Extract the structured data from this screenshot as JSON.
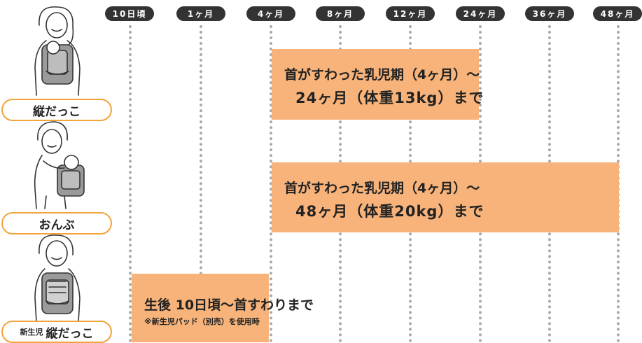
{
  "timeline": [
    {
      "key": "10d",
      "label": "10日頃"
    },
    {
      "key": "1m",
      "label": "1ヶ月"
    },
    {
      "key": "4m",
      "label": "4ヶ月"
    },
    {
      "key": "8m",
      "label": "8ヶ月"
    },
    {
      "key": "12m",
      "label": "12ヶ月"
    },
    {
      "key": "24m",
      "label": "24ヶ月"
    },
    {
      "key": "36m",
      "label": "36ヶ月"
    },
    {
      "key": "48m",
      "label": "48ヶ月"
    }
  ],
  "rows": [
    {
      "label": "縦だっこ",
      "label_prefix": "",
      "range_start": "4m",
      "range_end": "24m",
      "line1": "首がすわった乳児期（4ヶ月）～",
      "line2": "24ヶ月（体重13kg）まで"
    },
    {
      "label": "おんぶ",
      "label_prefix": "",
      "range_start": "4m",
      "range_end": "48m",
      "line1": "首がすわった乳児期（4ヶ月）～",
      "line2": "48ヶ月（体重20kg）まで"
    },
    {
      "label": "縦だっこ",
      "label_prefix": "新生児",
      "range_start": "10d",
      "range_end": "4m",
      "line1": "生後 10日頃～首すわりまで",
      "line2": "※新生児パッド（別売）を使用時"
    }
  ],
  "colors": {
    "range_fill": "#f7b37a",
    "label_border": "#f2a33a",
    "pill_bg": "#333333",
    "guide": "#a9a9a9"
  }
}
